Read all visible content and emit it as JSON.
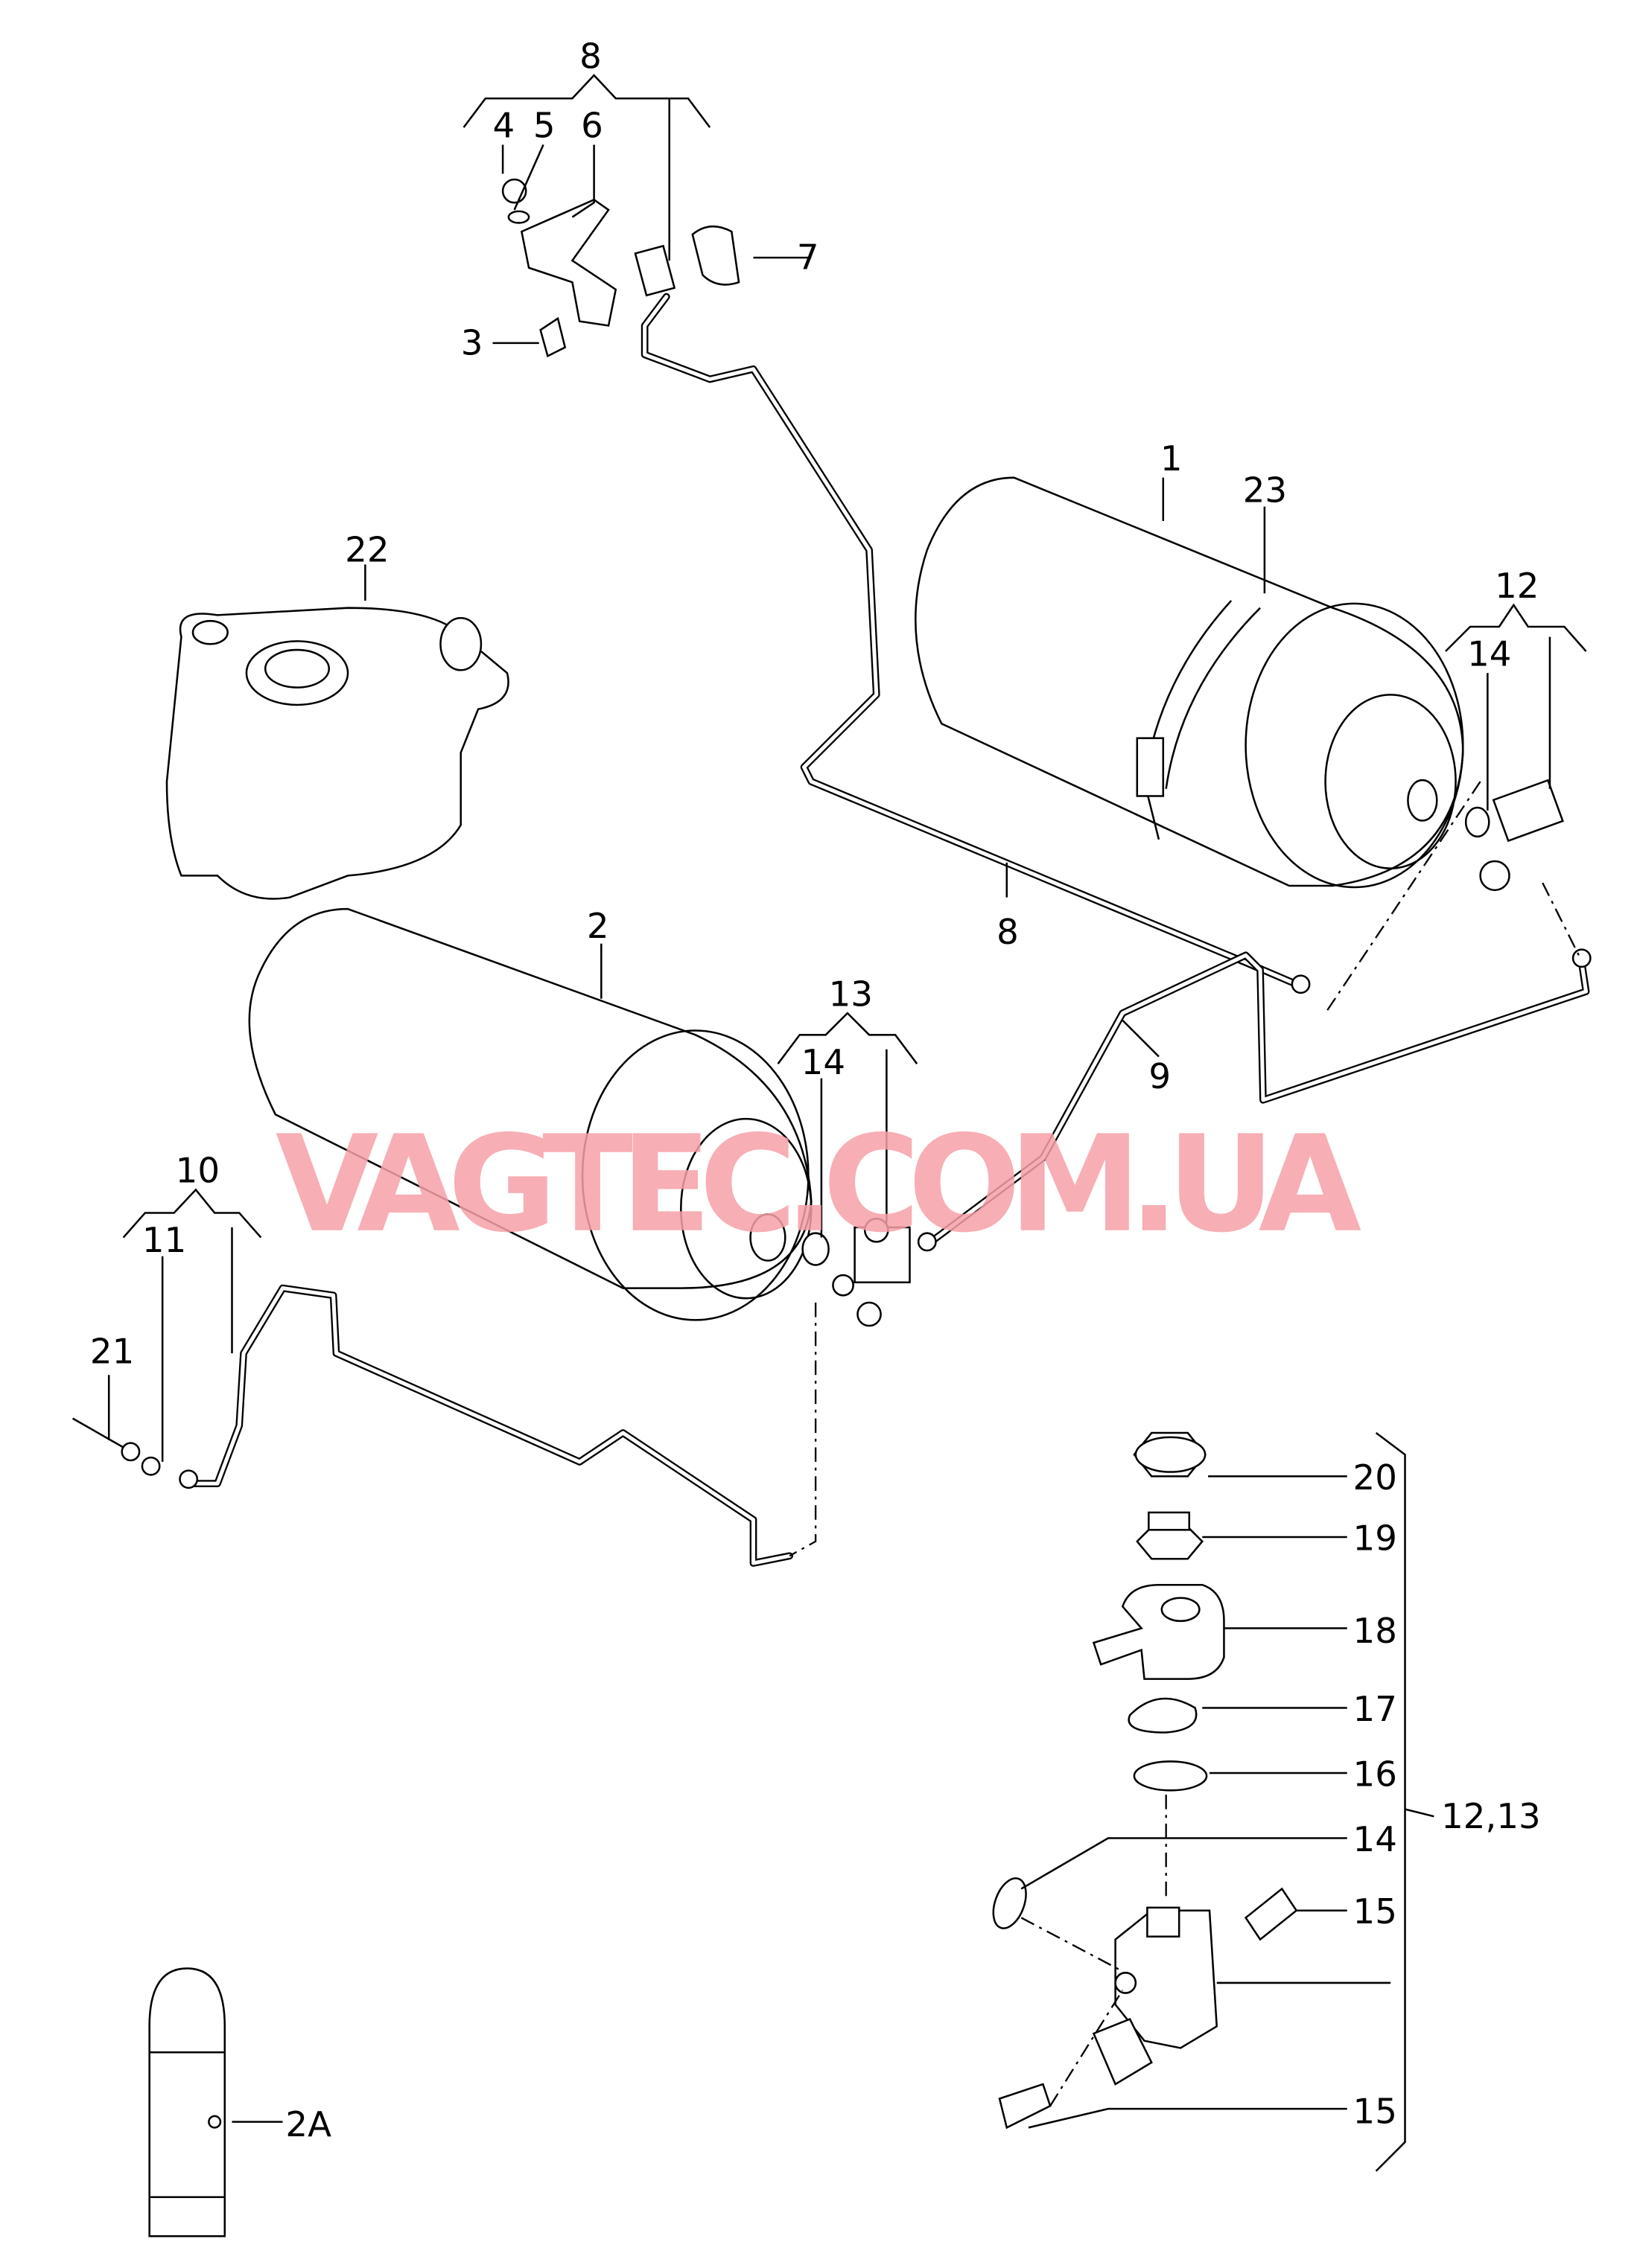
{
  "watermark": "VAGTEC.COM.UA",
  "labels": {
    "p1": "1",
    "p2": "2",
    "p2a": "2A",
    "p3": "3",
    "p4": "4",
    "p5": "5",
    "p6": "6",
    "p7": "7",
    "p8_top": "8",
    "p8_pipe": "8",
    "p9": "9",
    "p10": "10",
    "p11": "11",
    "p12": "12",
    "p13": "13",
    "p14_a": "14",
    "p14_b": "14",
    "p14_c": "14",
    "p15_a": "15",
    "p15_b": "15",
    "p16": "16",
    "p17": "17",
    "p18": "18",
    "p19": "19",
    "p20": "20",
    "p21": "21",
    "p22": "22",
    "p23": "23",
    "p12_13": "12,13"
  }
}
